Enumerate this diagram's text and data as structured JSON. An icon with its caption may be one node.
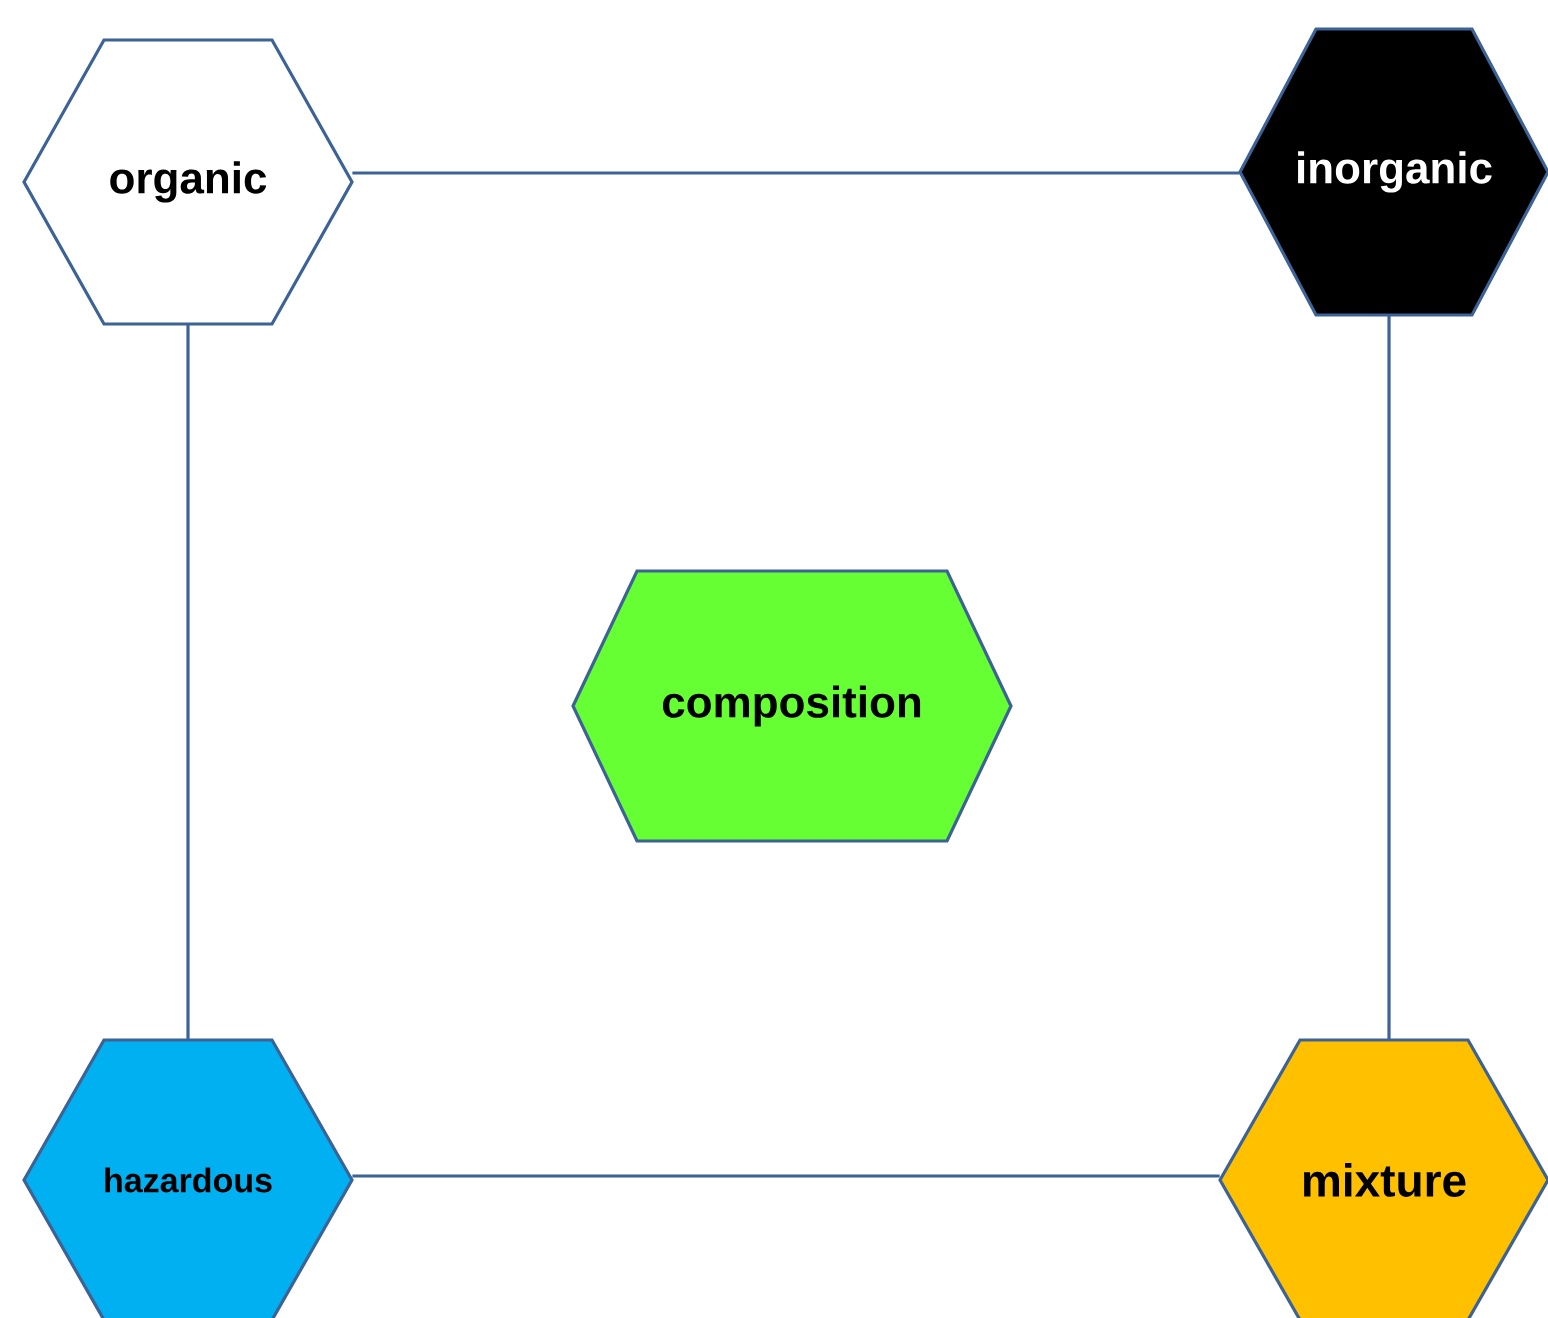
{
  "diagram": {
    "nodes": [
      {
        "text": [
          "organic"
        ]
      },
      {
        "text": [
          "inorganic"
        ]
      },
      {
        "text": [
          "composition"
        ]
      },
      {
        "text": [
          "hazardous"
        ]
      },
      {
        "text": [
          "mixture"
        ]
      }
    ],
    "edges": [
      {
        "from": 0,
        "to": 1,
        "arrow": "none"
      },
      {
        "from": 0,
        "to": 3,
        "arrow": "none"
      },
      {
        "from": 1,
        "to": 4,
        "arrow": "none"
      },
      {
        "from": 3,
        "to": 4,
        "arrow": "none"
      }
    ]
  }
}
